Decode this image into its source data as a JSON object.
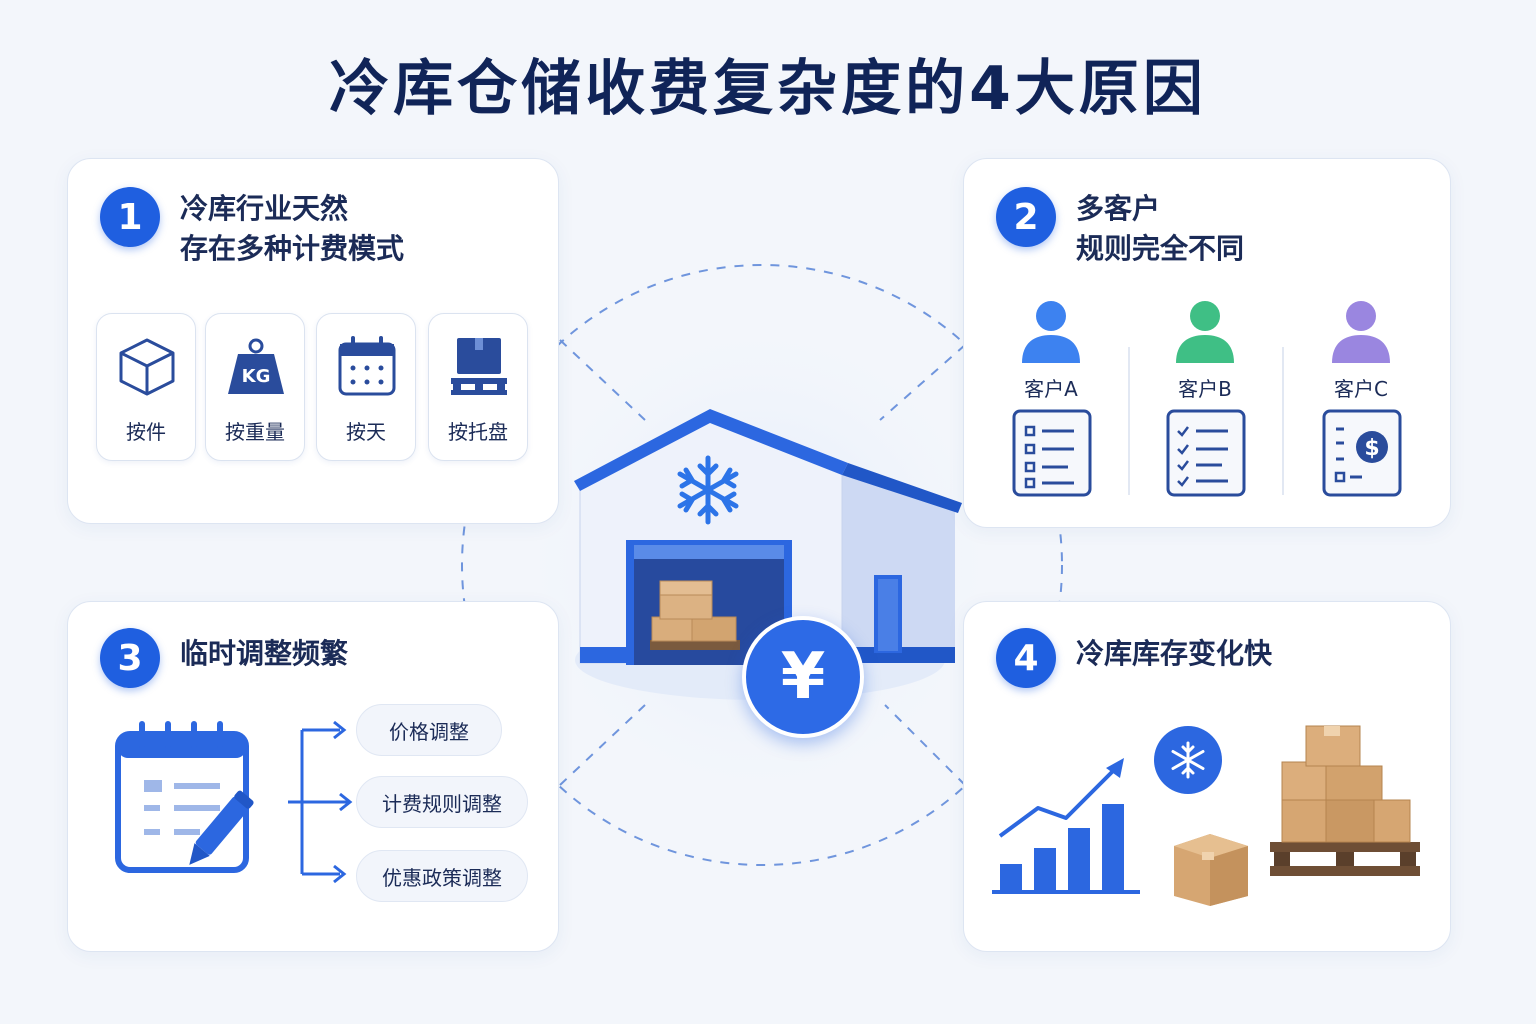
{
  "title": "冷库仓储收费复杂度的4大原因",
  "accent_color": "#1f5fe0",
  "panels": [
    {
      "number": "1",
      "title_lines": [
        "冷库行业天然",
        "存在多种计费模式"
      ],
      "modes": [
        {
          "label": "按件",
          "icon": "box-icon"
        },
        {
          "label": "按重量",
          "icon": "weight-kg-icon",
          "icon_text": "KG"
        },
        {
          "label": "按天",
          "icon": "calendar-icon"
        },
        {
          "label": "按托盘",
          "icon": "pallet-icon"
        }
      ]
    },
    {
      "number": "2",
      "title_lines": [
        "多客户",
        "规则完全不同"
      ],
      "customers": [
        {
          "label": "客户A",
          "color": "#3d82f0",
          "doc_icon": "list-document-icon"
        },
        {
          "label": "客户B",
          "color": "#3fbf85",
          "doc_icon": "checklist-document-icon"
        },
        {
          "label": "客户C",
          "color": "#9a86e0",
          "doc_icon": "invoice-document-icon",
          "doc_symbol": "$"
        }
      ]
    },
    {
      "number": "3",
      "title_lines": [
        "临时调整频繁"
      ],
      "adjustments": [
        "价格调整",
        "计费规则调整",
        "优惠政策调整"
      ]
    },
    {
      "number": "4",
      "title_lines": [
        "冷库库存变化快"
      ]
    }
  ],
  "center": {
    "currency_symbol": "¥"
  }
}
